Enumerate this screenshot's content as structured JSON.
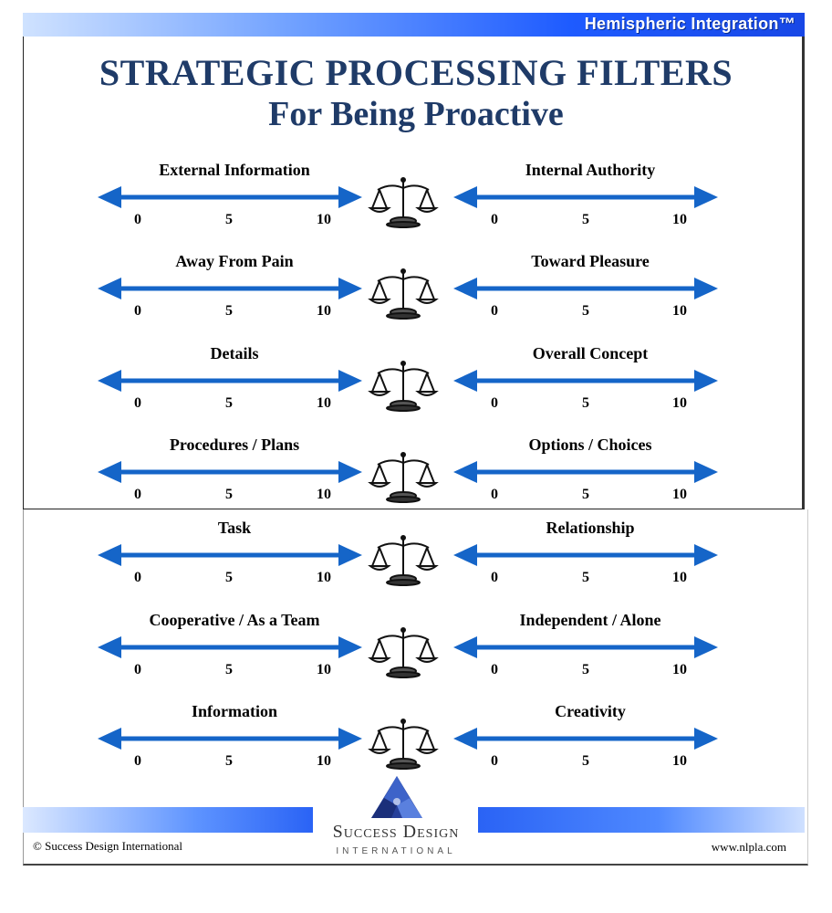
{
  "header": {
    "brand": "Hemispheric Integration™"
  },
  "title": {
    "main": "STRATEGIC PROCESSING FILTERS",
    "sub": "For Being Proactive"
  },
  "ticks": [
    "0",
    "5",
    "10"
  ],
  "filters": [
    {
      "left": "External Information",
      "right": "Internal Authority"
    },
    {
      "left": "Away From Pain",
      "right": "Toward Pleasure"
    },
    {
      "left": "Details",
      "right": "Overall Concept"
    },
    {
      "left": "Procedures / Plans",
      "right": "Options / Choices"
    },
    {
      "left": "Task",
      "right": "Relationship"
    },
    {
      "left": "Cooperative / As a Team",
      "right": "Independent / Alone"
    },
    {
      "left": "Information",
      "right": "Creativity"
    }
  ],
  "footer": {
    "copyright": "© Success Design International",
    "website": "www.nlpla.com",
    "logo_name": "Success Design",
    "logo_sub": "INTERNATIONAL"
  },
  "colors": {
    "arrow": "#1565c8",
    "title": "#1f3b68",
    "bar": "#1e5bff"
  }
}
